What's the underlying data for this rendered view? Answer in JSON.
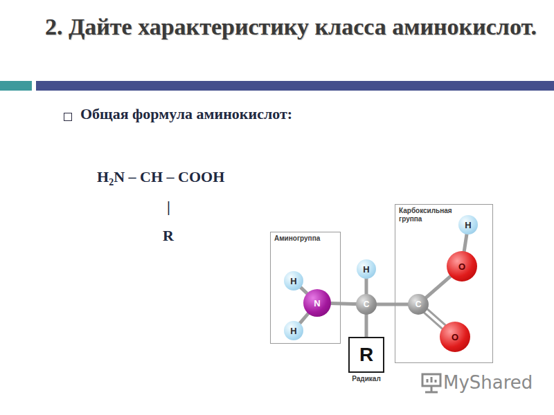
{
  "diagram": {
    "title": "2. Дайте характеристику класса аминокислот.",
    "nodes": [
      {
        "text": [
          "Аминогруппа"
        ]
      },
      {
        "text": [
          "H"
        ],
        "in": 0
      },
      {
        "text": [
          "H"
        ],
        "in": 0
      },
      {
        "text": [
          "N"
        ],
        "in": 0
      },
      {
        "text": [
          "Карбоксильная группа"
        ]
      },
      {
        "text": [
          "H"
        ],
        "in": 4
      },
      {
        "text": [
          "O"
        ],
        "in": 4
      },
      {
        "text": [
          "C"
        ],
        "in": 4
      },
      {
        "text": [
          "O"
        ],
        "in": 4
      },
      {
        "text": [
          "H"
        ]
      },
      {
        "text": [
          "C"
        ]
      },
      {
        "text": [
          "R",
          "Радикал"
        ]
      }
    ],
    "edges": [
      {
        "from": 1,
        "to": 3,
        "arrow": "none"
      },
      {
        "from": 2,
        "to": 3,
        "arrow": "none"
      },
      {
        "from": 3,
        "to": 10,
        "arrow": "none"
      },
      {
        "from": 9,
        "to": 10,
        "arrow": "none"
      },
      {
        "from": 10,
        "to": 11,
        "arrow": "none"
      },
      {
        "from": 10,
        "to": 7,
        "arrow": "none"
      },
      {
        "from": 7,
        "to": 6,
        "arrow": "none"
      },
      {
        "from": 6,
        "to": 5,
        "arrow": "none"
      },
      {
        "from": 7,
        "to": 8,
        "arrow": "none"
      }
    ],
    "labels": [
      "Общая формула аминокислот:",
      "H",
      "2",
      "N – CH – COOH",
      "|",
      "R",
      "MyShared"
    ]
  }
}
